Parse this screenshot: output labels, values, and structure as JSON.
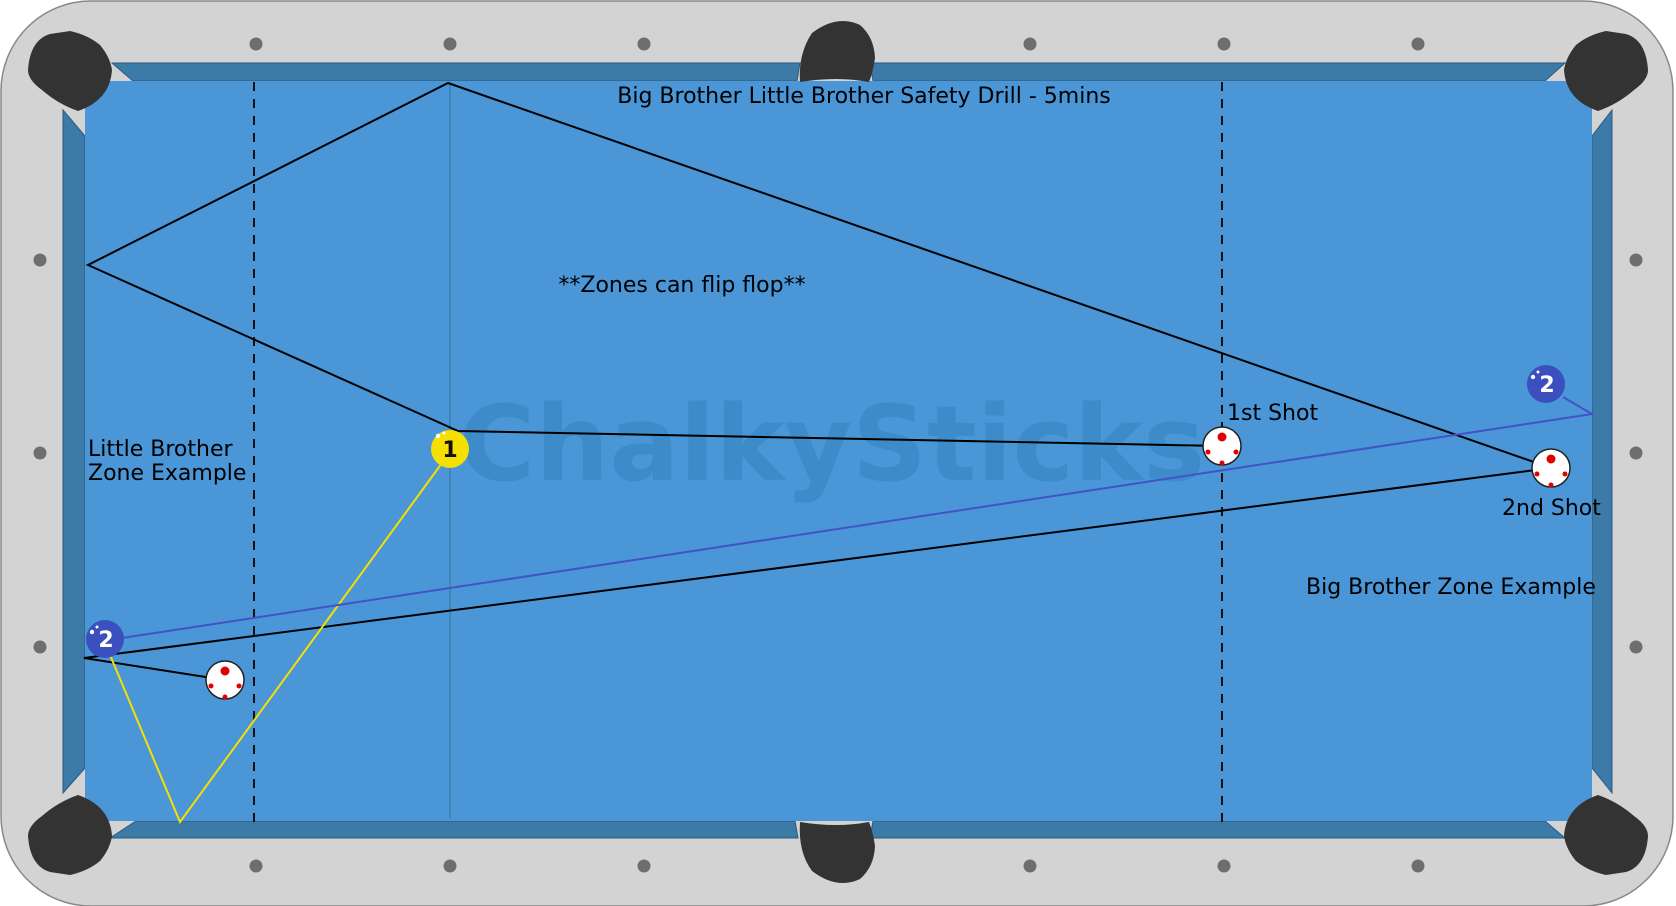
{
  "diagram": {
    "title": "Big Brother Little Brother Safety Drill - 5mins",
    "note": "**Zones can flip flop**",
    "watermark": "ChalkySticks",
    "labels": {
      "little_brother_zone_line1": "Little Brother",
      "little_brother_zone_line2": "Zone Example",
      "big_brother_zone": "Big Brother Zone Example",
      "first_shot": "1st Shot",
      "second_shot": "2nd Shot"
    },
    "balls": {
      "object_ball_1": "1",
      "object_ball_2_left": "2",
      "object_ball_2_right": "2"
    },
    "colors": {
      "rail": "#d3d3d3",
      "cloth": "#4a96d6",
      "cushion": "#3c7aa8",
      "pocket": "#333333",
      "ball_1": "#f5e000",
      "ball_2": "#3b4fbf",
      "yellow_path": "#f5e000",
      "blue_path": "#4452c8",
      "black_path": "#000000"
    }
  }
}
